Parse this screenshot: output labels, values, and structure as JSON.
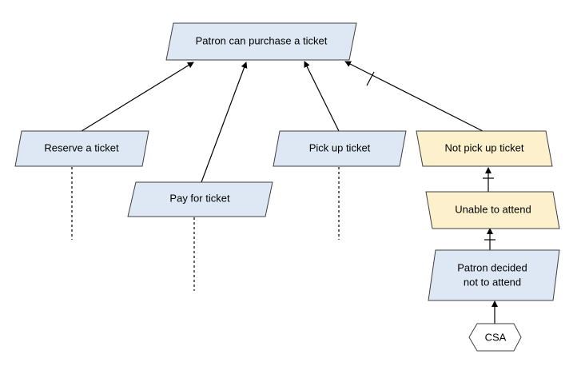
{
  "colors": {
    "goal_fill": "#dde8f4",
    "obstacle_fill": "#fdf0cc",
    "stroke": "#3f3f3f",
    "connector": "#000000"
  },
  "nodes": {
    "root": {
      "label": "Patron can purchase a ticket"
    },
    "reserve": {
      "label": "Reserve a ticket"
    },
    "pay": {
      "label": "Pay for ticket"
    },
    "pickup": {
      "label": "Pick up ticket"
    },
    "not_pickup": {
      "label": "Not pick up ticket"
    },
    "unable": {
      "label": "Unable to attend"
    },
    "decided": {
      "label_line1": "Patron decided",
      "label_line2": "not to attend"
    },
    "csa": {
      "label": "CSA"
    }
  }
}
